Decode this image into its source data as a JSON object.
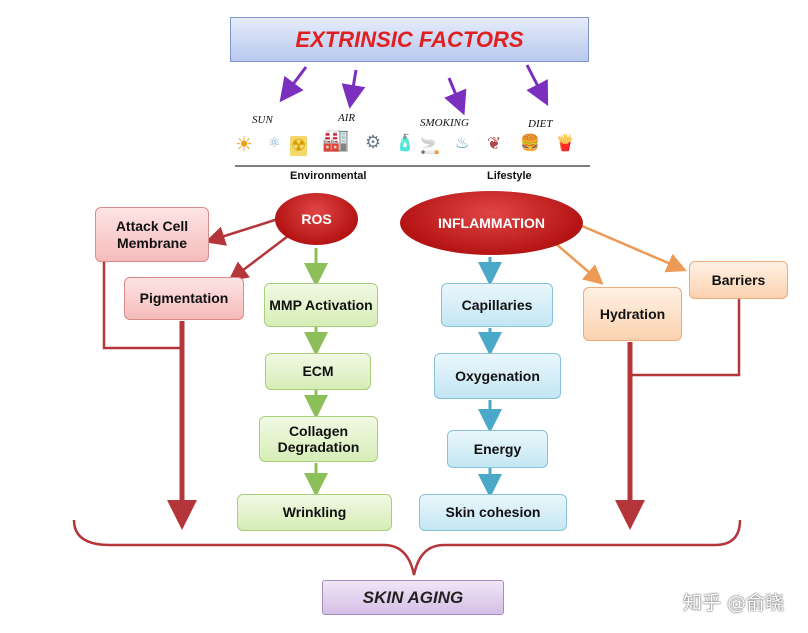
{
  "title": "EXTRINSIC FACTORS",
  "factors": {
    "sun": "SUN",
    "air": "AIR",
    "smoking": "SMOKING",
    "diet": "DIET"
  },
  "categories": {
    "environmental": "Environmental",
    "lifestyle": "Lifestyle"
  },
  "nodes": {
    "ros": "ROS",
    "inflammation": "INFLAMMATION",
    "attack_cell_membrane": "Attack Cell Membrane",
    "pigmentation": "Pigmentation",
    "mmp_activation": "MMP Activation",
    "ecm": "ECM",
    "collagen_degradation": "Collagen Degradation",
    "wrinkling": "Wrinkling",
    "capillaries": "Capillaries",
    "oxygenation": "Oxygenation",
    "energy": "Energy",
    "skin_cohesion": "Skin cohesion",
    "hydration": "Hydration",
    "barriers": "Barriers"
  },
  "outcome": "SKIN AGING",
  "watermark": "知乎 @俞晓",
  "colors": {
    "title_text": "#e02020",
    "arrow_purple": "#7b2fbf",
    "arrow_red": "#b5363a",
    "arrow_green": "#8cbf5a",
    "arrow_blue": "#4aa8c8",
    "arrow_orange": "#ec9a55"
  },
  "icons": [
    "sun-icon",
    "atom-icon",
    "radiation-icon",
    "factory-icon",
    "cigarette-icon",
    "fast-food-icon"
  ]
}
